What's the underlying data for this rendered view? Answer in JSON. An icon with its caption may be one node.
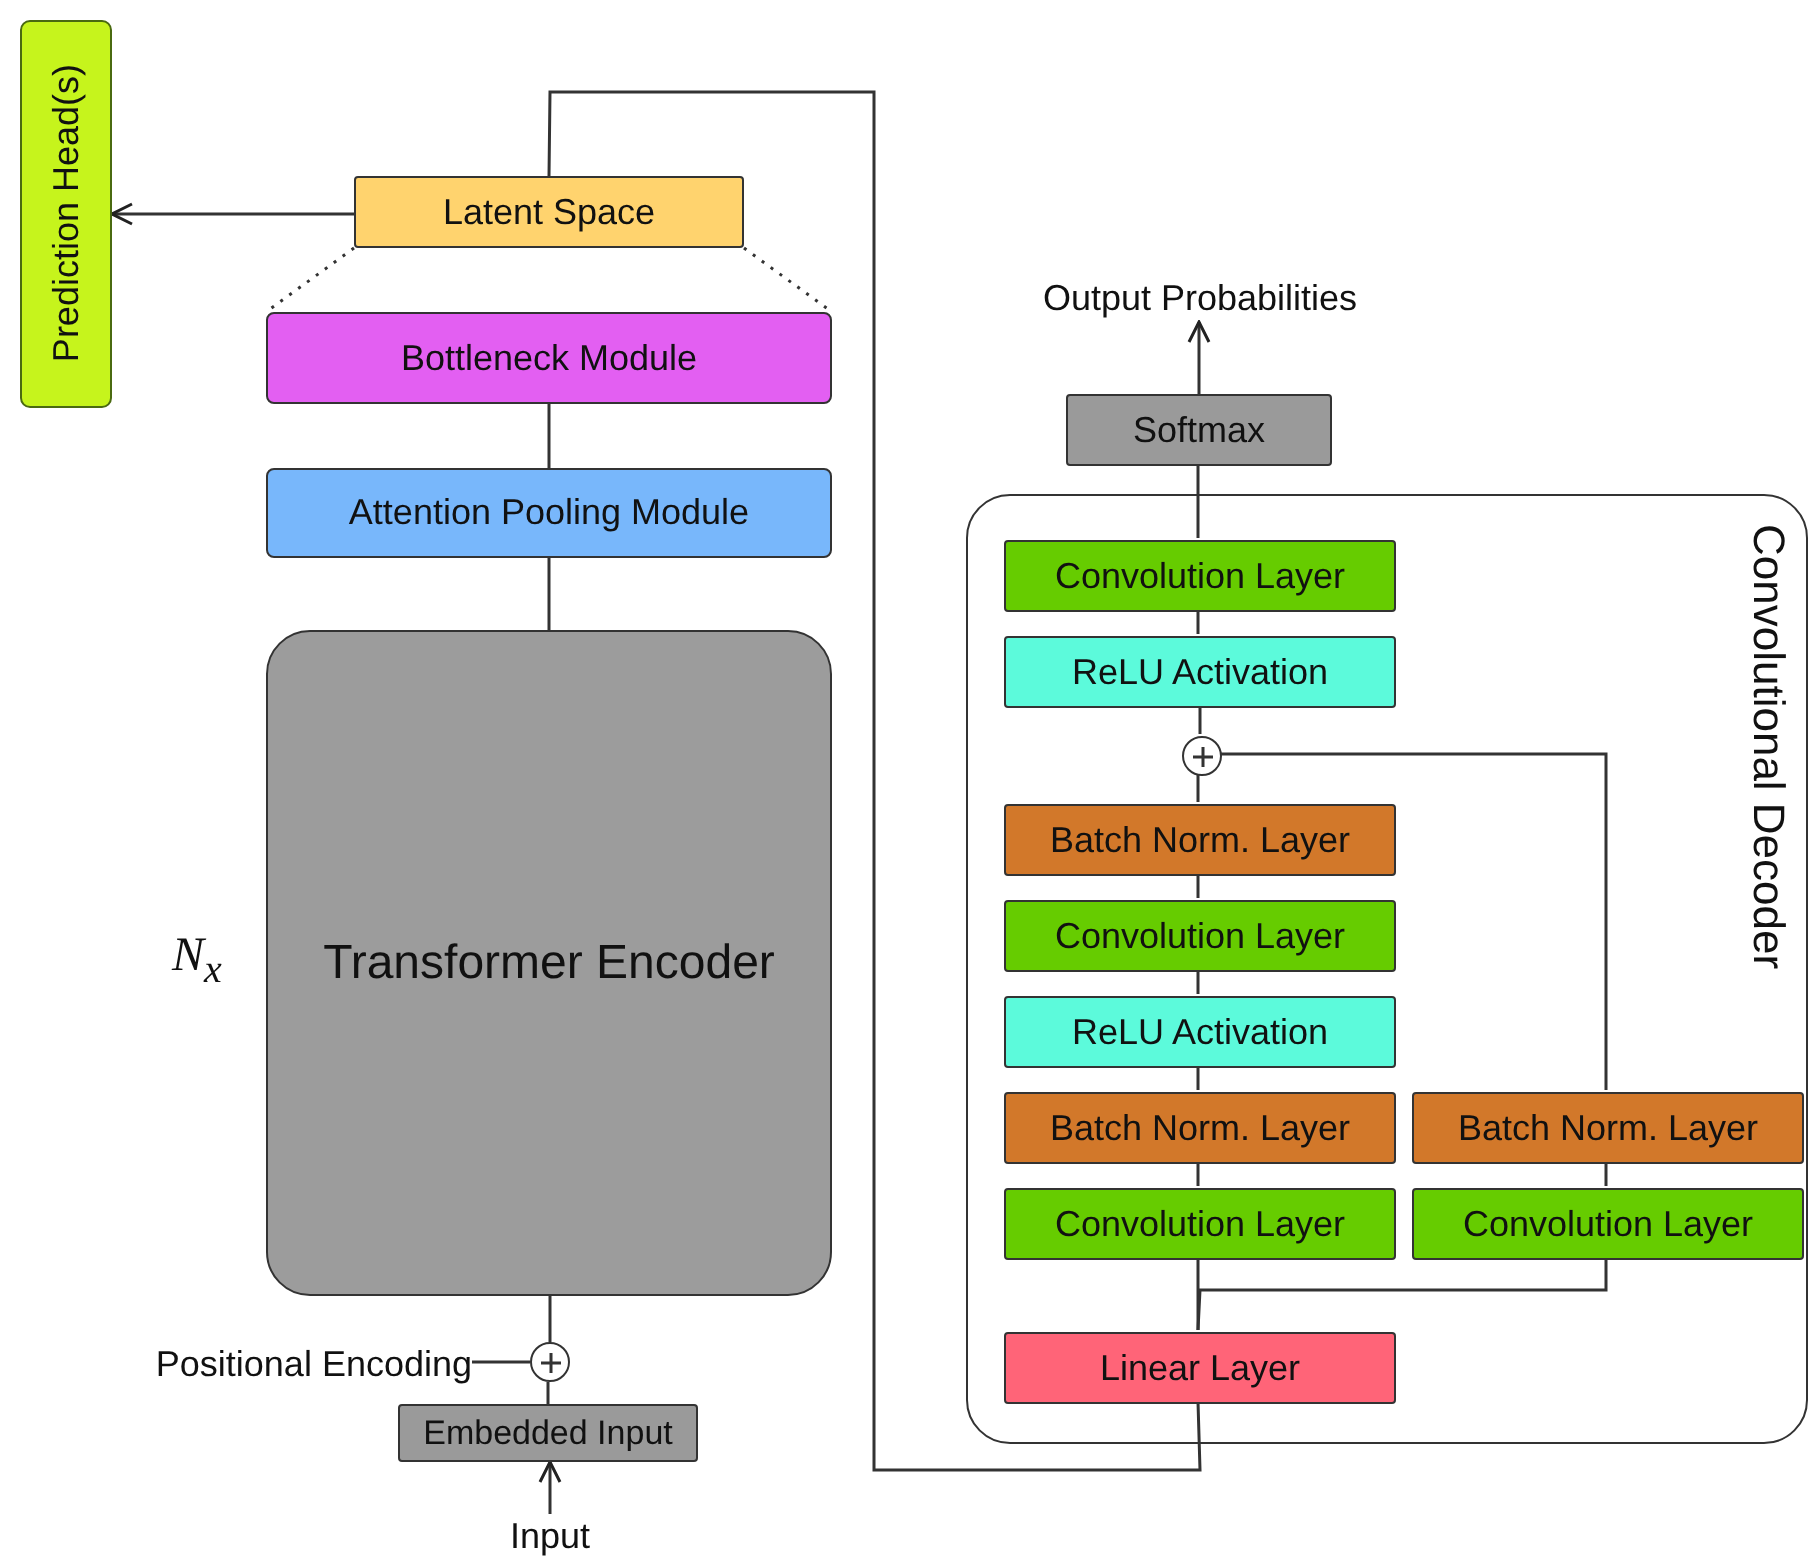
{
  "diagram": {
    "nodes": [
      {
        "text": [
          "Prediction Head(s)"
        ]
      },
      {
        "text": [
          "Latent Space"
        ]
      },
      {
        "text": [
          "Bottleneck Module"
        ]
      },
      {
        "text": [
          "Attention Pooling Module"
        ]
      },
      {
        "text": [
          "Transformer Encoder"
        ],
        "beside": [
          "N$_{x}$"
        ]
      },
      {
        "text": [],
        "shape": "circle"
      },
      {
        "text": [
          "Positional Encoding"
        ]
      },
      {
        "text": [
          "Embedded Input"
        ]
      },
      {
        "text": [
          "Input"
        ]
      },
      {
        "text": [
          "Output Probabilities"
        ]
      },
      {
        "text": [
          "Softmax"
        ]
      },
      {
        "text": [
          "Convolutional Decoder"
        ]
      },
      {
        "text": [
          "Convolution Layer"
        ],
        "in": 11
      },
      {
        "text": [
          "ReLU Activation"
        ],
        "in": 11
      },
      {
        "text": [],
        "shape": "circle",
        "in": 11
      },
      {
        "text": [
          "Batch Norm. Layer"
        ],
        "in": 11
      },
      {
        "text": [
          "Convolution Layer"
        ],
        "in": 11
      },
      {
        "text": [
          "ReLU Activation"
        ],
        "in": 11
      },
      {
        "text": [
          "Batch Norm. Layer"
        ],
        "in": 11
      },
      {
        "text": [
          "Batch Norm. Layer"
        ],
        "in": 11
      },
      {
        "text": [
          "Convolution Layer"
        ],
        "in": 11
      },
      {
        "text": [
          "Convolution Layer"
        ],
        "in": 11
      },
      {
        "text": [
          "Linear Layer"
        ],
        "in": 11
      }
    ],
    "edges": [
      {
        "from": 8,
        "to": 7,
        "arrow": "to"
      },
      {
        "from": 7,
        "to": 5,
        "arrow": "none"
      },
      {
        "from": 6,
        "to": 5,
        "arrow": "none"
      },
      {
        "from": 5,
        "to": 4,
        "arrow": "none"
      },
      {
        "from": 4,
        "to": 3,
        "arrow": "none"
      },
      {
        "from": 3,
        "to": 2,
        "arrow": "none"
      },
      {
        "from": 1,
        "to": 0,
        "arrow": "to"
      },
      {
        "from": 1,
        "to": 22,
        "arrow": "none"
      },
      {
        "from": 22,
        "to": 20,
        "arrow": "none"
      },
      {
        "from": 22,
        "to": 21,
        "arrow": "none"
      },
      {
        "from": 20,
        "to": 18,
        "arrow": "none"
      },
      {
        "from": 18,
        "to": 17,
        "arrow": "none"
      },
      {
        "from": 17,
        "to": 16,
        "arrow": "none"
      },
      {
        "from": 16,
        "to": 15,
        "arrow": "none"
      },
      {
        "from": 15,
        "to": 14,
        "arrow": "none"
      },
      {
        "from": 21,
        "to": 19,
        "arrow": "none"
      },
      {
        "from": 19,
        "to": 14,
        "arrow": "none"
      },
      {
        "from": 14,
        "to": 13,
        "arrow": "none"
      },
      {
        "from": 13,
        "to": 12,
        "arrow": "none"
      },
      {
        "from": 12,
        "to": 10,
        "arrow": "none"
      },
      {
        "from": 10,
        "to": 9,
        "arrow": "to"
      },
      {
        "from": 1,
        "to": 2,
        "arrow": "none",
        "style": "dashed"
      },
      {
        "from": 1,
        "to": 2,
        "arrow": "none",
        "style": "dashed"
      }
    ]
  }
}
